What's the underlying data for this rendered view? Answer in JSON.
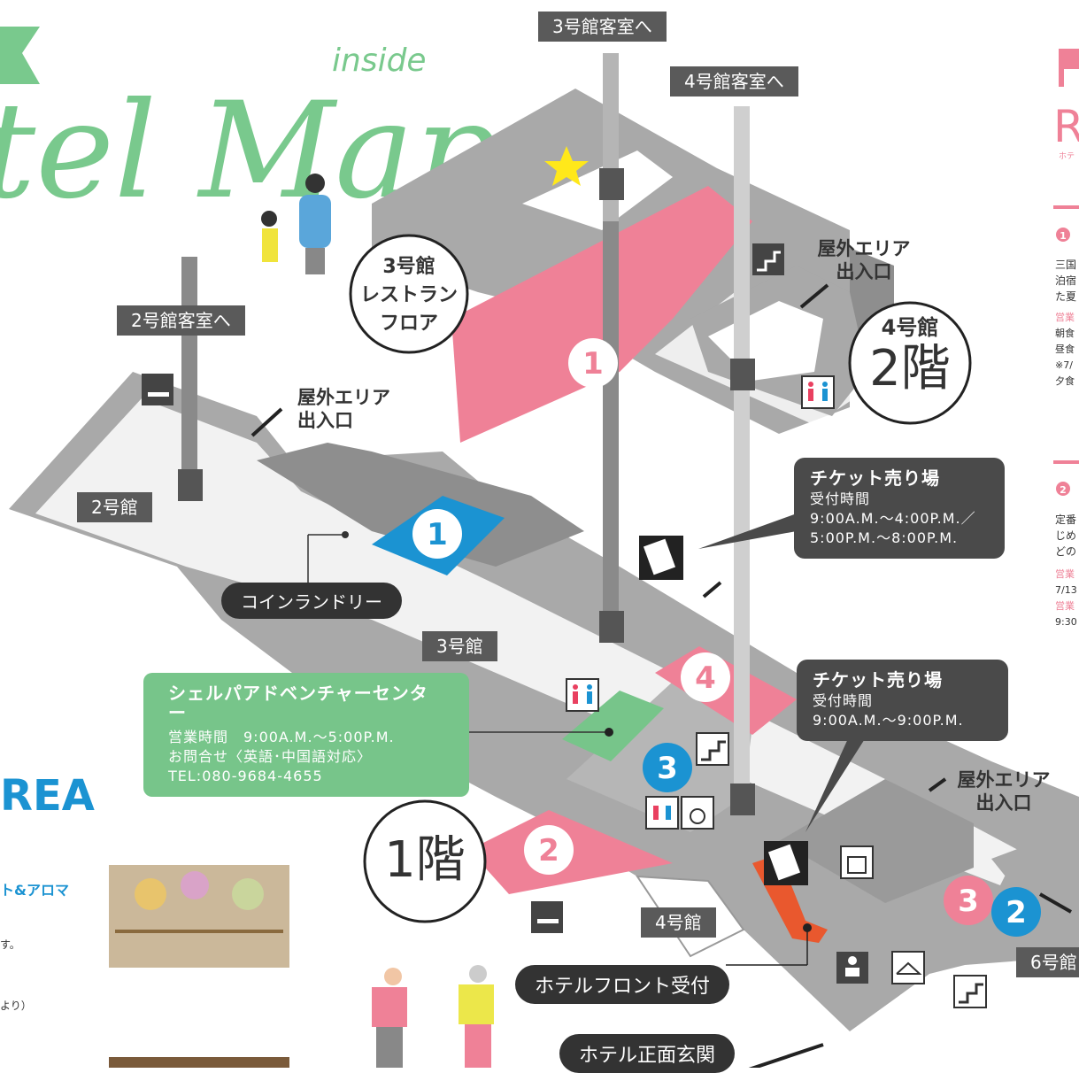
{
  "title": {
    "script": "tel Map",
    "inside": "inside"
  },
  "labels": {
    "to_building3": "3号館客室へ",
    "to_building4": "4号館客室へ",
    "to_building2": "2号館客室へ",
    "building2": "2号館",
    "building3": "3号館",
    "building4": "4号館",
    "building6": "6号館",
    "coin_laundry": "コインランドリー",
    "outdoor1": "屋外エリア\n出入口",
    "outdoor2": "屋外エリア\n出入口",
    "outdoor3": "屋外エリア\n出入口",
    "front_desk": "ホテルフロント受付",
    "main_entrance": "ホテル正面玄関"
  },
  "restaurant_floor": {
    "line1": "3号館",
    "line2": "レストラン",
    "line3": "フロア"
  },
  "floor_2": {
    "building": "4号館",
    "floor": "2階"
  },
  "floor_1": {
    "floor": "1階"
  },
  "ticket1": {
    "title": "チケット売り場",
    "line1": "受付時間",
    "line2": "9:00A.M.〜4:00P.M.／",
    "line3": "5:00P.M.〜8:00P.M."
  },
  "ticket2": {
    "title": "チケット売り場",
    "line1": "受付時間",
    "line2": "9:00A.M.〜9:00P.M."
  },
  "adventure": {
    "title": "シェルパアドベンチャーセンター",
    "hours": "営業時間　9:00A.M.〜5:00P.M.",
    "contact": "お問合せ〈英語･中国語対応〉",
    "tel": "TEL:080-9684-4655"
  },
  "markers": {
    "m1_pink": "1",
    "m1_blue": "1",
    "m4_pink": "4",
    "m3_blue": "3",
    "m2_pink": "2",
    "m3_pink": "3",
    "m2_blue": "2"
  },
  "right_panel": {
    "head": "R",
    "sub": "ホテ",
    "s1": "三国",
    "s2": "泊宿",
    "s3": "た夏",
    "b1": "営業",
    "b2": "朝食",
    "b3": "昼食",
    "b4": "※7/",
    "b5": "夕食",
    "c1": "定番",
    "c2": "じめ",
    "c3": "どの",
    "d1": "営業",
    "d2": "7/13",
    "d3": "営業",
    "d4": "9:30",
    "n1": "1",
    "n2": "2"
  },
  "left_panel": {
    "area": "REA",
    "aroma": "ト&アロマ",
    "t1": "す。",
    "t2": "より）"
  },
  "colors": {
    "pink": "#ef8197",
    "blue": "#1b93d2",
    "green": "#77c58a",
    "floor": "#a9a9a9",
    "dark": "#4a4a4a"
  }
}
